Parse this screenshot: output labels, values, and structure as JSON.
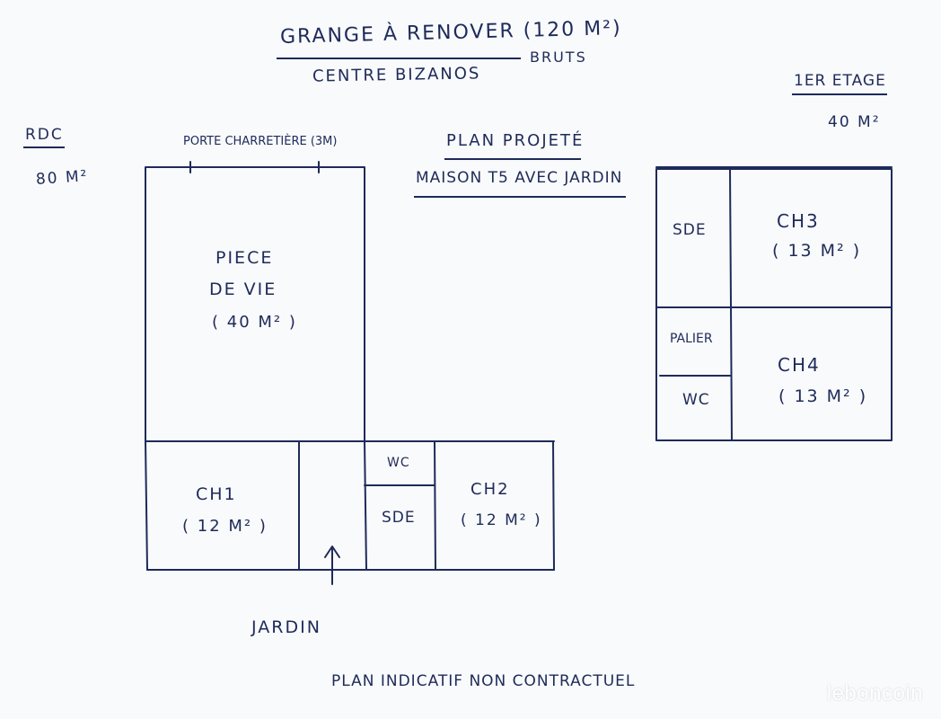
{
  "header": {
    "title": "GRANGE À RENOVER (120 M²)",
    "title_suffix": "BRUTS",
    "subtitle": "CENTRE BIZANOS"
  },
  "plan_label": {
    "line1": "PLAN PROJETÉ",
    "line2": "MAISON T5 AVEC JARDIN"
  },
  "ground_floor": {
    "label": "RDC",
    "area": "80 M²",
    "door_label": "PORTE CHARRETIÈRE (3M)",
    "rooms": {
      "living_name_1": "PIECE",
      "living_name_2": "DE VIE",
      "living_area": "( 40 M² )",
      "ch1_name": "CH1",
      "ch1_area": "( 12 M² )",
      "wc": "WC",
      "sde": "SDE",
      "ch2_name": "CH2",
      "ch2_area": "( 12 M² )"
    },
    "garden_label": "JARDIN"
  },
  "first_floor": {
    "label": "1ER ETAGE",
    "area": "40 M²",
    "rooms": {
      "sde": "SDE",
      "ch3_name": "CH3",
      "ch3_area": "( 13 M² )",
      "palier": "PALIER",
      "wc": "WC",
      "ch4_name": "CH4",
      "ch4_area": "( 13 M² )"
    }
  },
  "footer_note": "PLAN INDICATIF NON CONTRACTUEL",
  "watermark": "leboncoin",
  "colors": {
    "ink": "#1e2a5a",
    "paper": "#f9fafb"
  }
}
